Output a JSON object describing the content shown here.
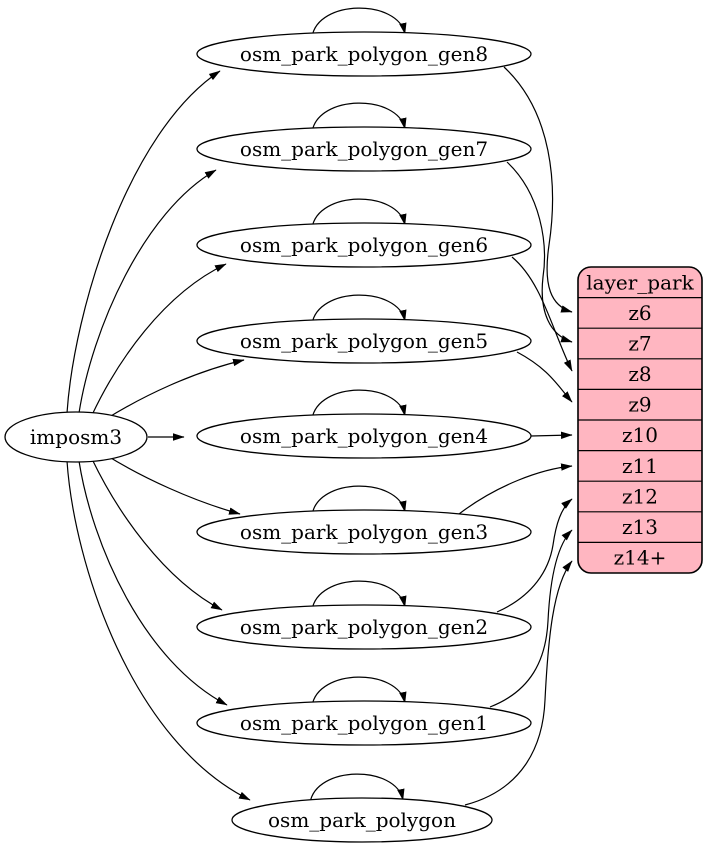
{
  "diagram": {
    "type": "etl-dependency-graph",
    "source": {
      "label": "imposm3"
    },
    "tables": [
      {
        "label": "osm_park_polygon_gen8",
        "target_row": "z6"
      },
      {
        "label": "osm_park_polygon_gen7",
        "target_row": "z7"
      },
      {
        "label": "osm_park_polygon_gen6",
        "target_row": "z8"
      },
      {
        "label": "osm_park_polygon_gen5",
        "target_row": "z9"
      },
      {
        "label": "osm_park_polygon_gen4",
        "target_row": "z10"
      },
      {
        "label": "osm_park_polygon_gen3",
        "target_row": "z11"
      },
      {
        "label": "osm_park_polygon_gen2",
        "target_row": "z12"
      },
      {
        "label": "osm_park_polygon_gen1",
        "target_row": "z13"
      },
      {
        "label": "osm_park_polygon",
        "target_row": "z14+"
      }
    ],
    "layer": {
      "title": "layer_park",
      "rows": [
        "z6",
        "z7",
        "z8",
        "z9",
        "z10",
        "z11",
        "z12",
        "z13",
        "z14+"
      ]
    },
    "colors": {
      "layer_fill": "#ffb6c1",
      "node_fill": "#ffffff",
      "stroke": "#000000"
    }
  }
}
